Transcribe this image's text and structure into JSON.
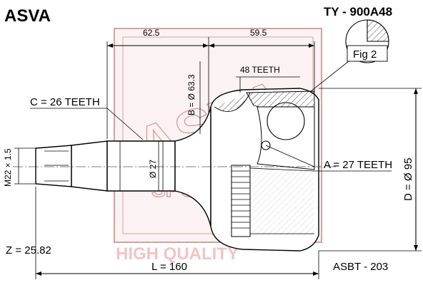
{
  "header": {
    "brand": "ASVA",
    "part_number": "TY - 900A48"
  },
  "watermark": {
    "letters": "ASVA",
    "text": "HIGH QUALITY"
  },
  "fig_label": "Fig 2",
  "dimensions": {
    "top_left": "62.5",
    "top_right": "59.5",
    "outer_teeth": "48 TEETH",
    "b_diameter": "B = Ø 63.3",
    "c_teeth": "C = 26 TEETH",
    "shaft_diameter": "Ø 27",
    "thread": "M22 × 1.5",
    "a_teeth": "A = 27 TEETH",
    "d_diameter": "D = Ø 95",
    "z_value": "Z = 25.82",
    "length": "L = 160",
    "boot_code": "ASBT - 203"
  }
}
